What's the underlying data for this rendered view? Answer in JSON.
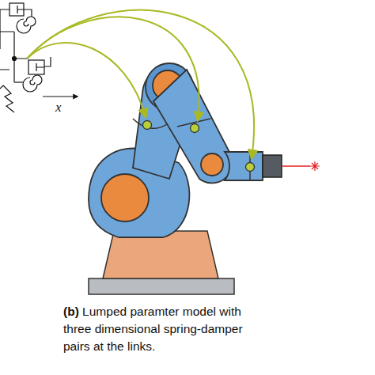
{
  "diagram": {
    "caption": "Lumped paramter model with three dimensional spring-damper pairs at the links.",
    "labels": [
      "x",
      "(b)"
    ]
  }
}
